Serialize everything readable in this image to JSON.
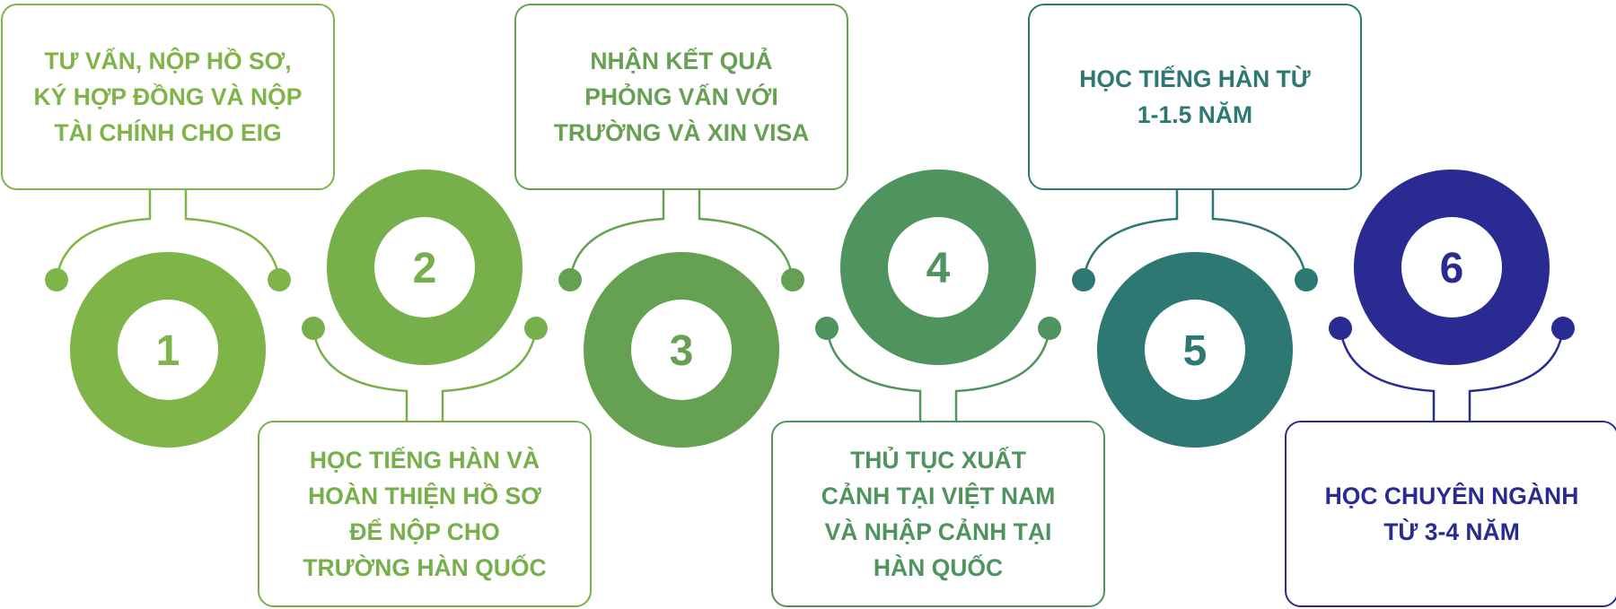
{
  "steps": [
    {
      "number": "1",
      "text": "TƯ VẤN, NỘP HỒ SƠ,\nKÝ HỢP ĐỒNG VÀ NỘP\nTÀI CHÍNH CHO  EIG",
      "color": "#7fb548",
      "position": "top"
    },
    {
      "number": "2",
      "text": "HỌC TIẾNG HÀN VÀ\nHOÀN THIỆN HỒ SƠ\nĐỂ NỘP CHO\nTRƯỜNG HÀN QUỐC",
      "color": "#77b04a",
      "position": "bottom"
    },
    {
      "number": "3",
      "text": "NHẬN KẾT QUẢ\nPHỎNG VẤN VỚI\nTRƯỜNG VÀ XIN VISA",
      "color": "#66a153",
      "position": "top"
    },
    {
      "number": "4",
      "text": "THỦ TỤC XUẤT\nCẢNH TẠI VIỆT NAM\nVÀ NHẬP CẢNH TẠI\nHÀN QUỐC",
      "color": "#4f935e",
      "position": "bottom"
    },
    {
      "number": "5",
      "text": "HỌC TIẾNG HÀN TỪ\n1-1.5 NĂM",
      "color": "#2e7873",
      "position": "top"
    },
    {
      "number": "6",
      "text": "HỌC CHUYÊN NGÀNH\nTỪ 3-4 NĂM",
      "color": "#292b93",
      "position": "bottom"
    }
  ]
}
